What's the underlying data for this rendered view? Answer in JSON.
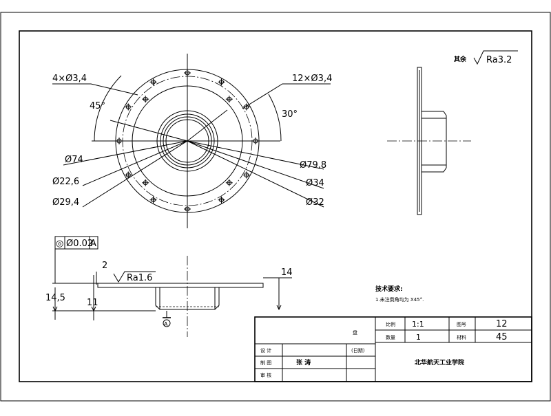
{
  "front_view": {
    "labels": {
      "holes_4": "4×Ø3,4",
      "holes_12": "12×Ø3,4",
      "angle_45": "45°",
      "angle_30": "30°",
      "d74": "Ø74",
      "d22_6": "Ø22,6",
      "d29_4": "Ø29,4",
      "d79_8": "Ø79,8",
      "d34": "Ø34",
      "d32": "Ø32"
    }
  },
  "section_view": {
    "tolerance_symbol": "◎",
    "tolerance_value": "Ø0.02",
    "datum": "A",
    "dim_2": "2",
    "dim_14": "14",
    "dim_14_5": "14,5",
    "dim_11": "11",
    "roughness": "Ra1.6",
    "datum_mark": "A"
  },
  "roughness_note": {
    "prefix": "其余",
    "value": "Ra3.2"
  },
  "tech_requirements": {
    "title": "技术要求:",
    "item1": "1.未注倒角均为 X45°."
  },
  "title_block": {
    "scale_label": "比例",
    "scale_value": "1:1",
    "qty_label": "数量",
    "qty_value": "1",
    "material_label": "材料",
    "material_value": "45",
    "weight_label": "图号",
    "weight_value": "12",
    "design_label": "设 计",
    "draw_label": "制 图",
    "drawer_name": "张 涛",
    "check_label": "审 核",
    "date_label": "(日期)",
    "school": "北华航天工业学院",
    "part_name": "盘"
  }
}
